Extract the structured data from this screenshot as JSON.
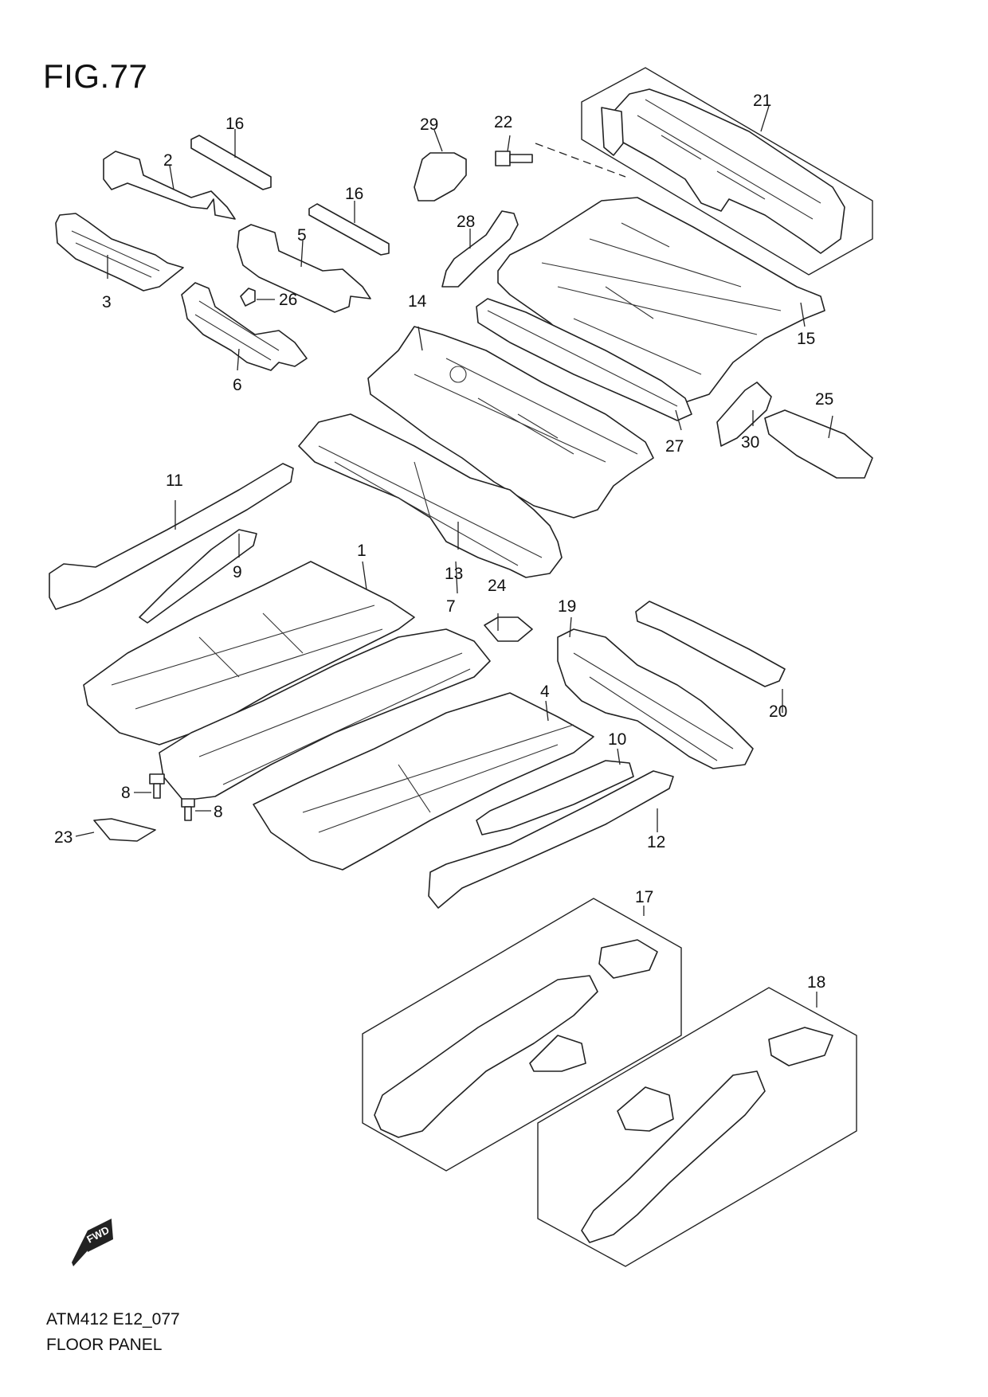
{
  "figure": {
    "title": "FIG.77",
    "code": "ATM412 E12_077",
    "name": "FLOOR PANEL"
  },
  "fwd_indicator": {
    "label": "FWD",
    "icon": "fwd-arrow-icon"
  },
  "callouts": {
    "c1": "1",
    "c2": "2",
    "c3": "3",
    "c4": "4",
    "c5": "5",
    "c6": "6",
    "c7": "7",
    "c8a": "8",
    "c8b": "8",
    "c9": "9",
    "c10": "10",
    "c11": "11",
    "c12": "12",
    "c13": "13",
    "c14": "14",
    "c15": "15",
    "c16a": "16",
    "c16b": "16",
    "c17": "17",
    "c18": "18",
    "c19": "19",
    "c20": "20",
    "c21": "21",
    "c22": "22",
    "c23": "23",
    "c24": "24",
    "c25": "25",
    "c26": "26",
    "c27": "27",
    "c28": "28",
    "c29": "29",
    "c30": "30"
  }
}
